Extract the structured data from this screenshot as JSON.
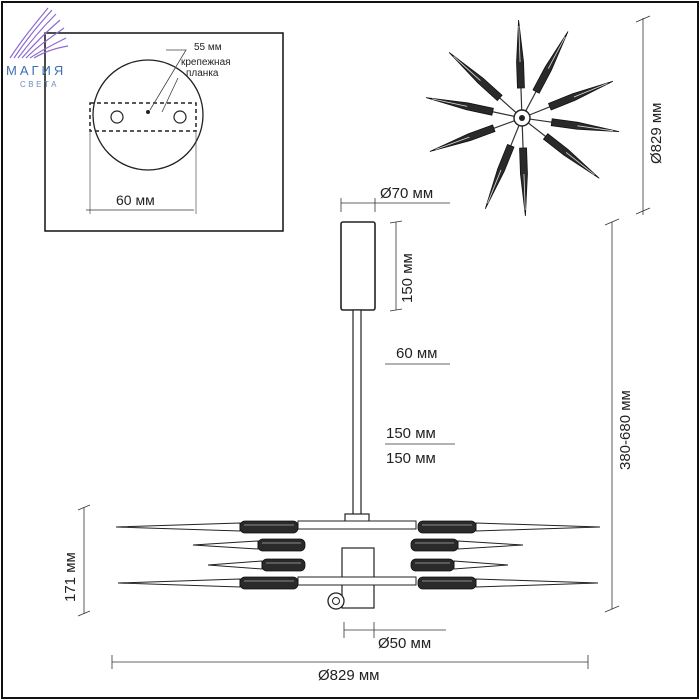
{
  "brand": {
    "name": "МАГИЯ",
    "sub": "СВЕТА"
  },
  "inset": {
    "mounting_plate_width": "55 мм",
    "mounting_plate_label_line1": "крепежная",
    "mounting_plate_label_line2": "планка",
    "canopy_spacing": "60 мм"
  },
  "top_view": {
    "diameter": "Ø829 мм"
  },
  "side_view": {
    "canopy_diameter": "Ø70 мм",
    "canopy_height": "150 мм",
    "rod_1": "60 мм",
    "rod_2": "150 мм",
    "rod_3": "150 мм",
    "total_height": "380-680 мм",
    "body_height": "171 мм",
    "hub_diameter": "Ø50 мм",
    "overall_diameter": "Ø829 мм"
  },
  "colors": {
    "line": "#222222",
    "frame": "#111111",
    "fixture": "#2a2a2a",
    "dimension": "#333333"
  }
}
